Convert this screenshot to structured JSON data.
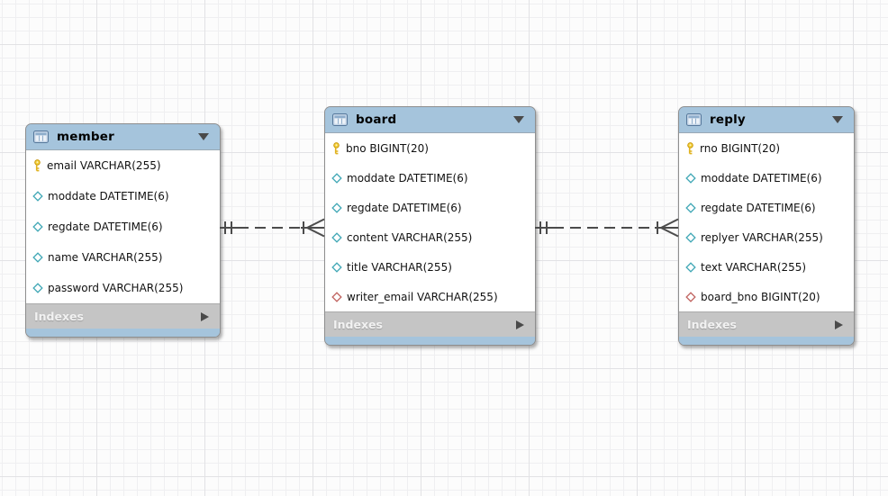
{
  "diagram": {
    "tool": "eer-diagram",
    "tables": [
      {
        "name": "member",
        "footer_label": "Indexes",
        "columns": [
          {
            "label": "email VARCHAR(255)",
            "key": "primary"
          },
          {
            "label": "moddate DATETIME(6)",
            "key": "none"
          },
          {
            "label": "regdate DATETIME(6)",
            "key": "none"
          },
          {
            "label": "name VARCHAR(255)",
            "key": "none"
          },
          {
            "label": "password VARCHAR(255)",
            "key": "none"
          }
        ]
      },
      {
        "name": "board",
        "footer_label": "Indexes",
        "columns": [
          {
            "label": "bno BIGINT(20)",
            "key": "primary"
          },
          {
            "label": "moddate DATETIME(6)",
            "key": "none"
          },
          {
            "label": "regdate DATETIME(6)",
            "key": "none"
          },
          {
            "label": "content VARCHAR(255)",
            "key": "none"
          },
          {
            "label": "title VARCHAR(255)",
            "key": "none"
          },
          {
            "label": "writer_email VARCHAR(255)",
            "key": "foreign"
          }
        ]
      },
      {
        "name": "reply",
        "footer_label": "Indexes",
        "columns": [
          {
            "label": "rno BIGINT(20)",
            "key": "primary"
          },
          {
            "label": "moddate DATETIME(6)",
            "key": "none"
          },
          {
            "label": "regdate DATETIME(6)",
            "key": "none"
          },
          {
            "label": "replyer VARCHAR(255)",
            "key": "none"
          },
          {
            "label": "text VARCHAR(255)",
            "key": "none"
          },
          {
            "label": "board_bno BIGINT(20)",
            "key": "foreign"
          }
        ]
      }
    ],
    "relationships": [
      {
        "from": "member",
        "to": "board",
        "cardinality": "one-to-many",
        "line_style": "dashed-non-identifying"
      },
      {
        "from": "board",
        "to": "reply",
        "cardinality": "one-to-many",
        "line_style": "dashed-non-identifying"
      }
    ],
    "colors": {
      "table_header": "#A5C4DC",
      "table_footer": "#C5C5C5",
      "row_background": "#FFFFFF",
      "primary_key_icon": "#F5D23C",
      "attribute_icon": "#3FA7B5",
      "foreign_key_icon": "#C0625F",
      "connector": "#4B4B4B",
      "grid_minor": "#EFEFF1",
      "grid_major": "#E2E2E5"
    }
  }
}
